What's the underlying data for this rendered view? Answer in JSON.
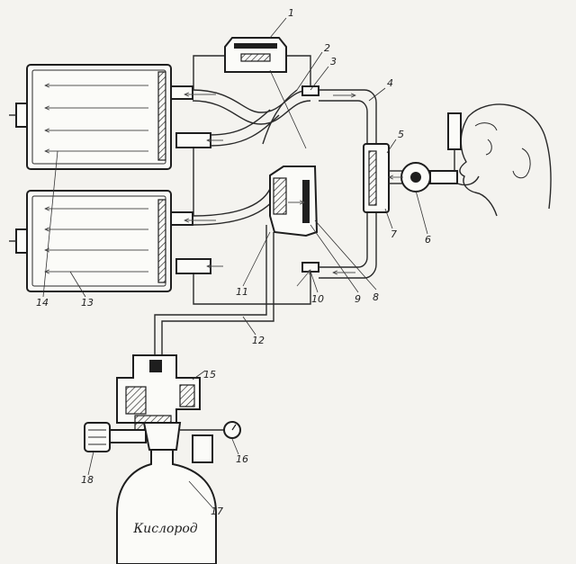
{
  "diagram": {
    "tank_label": "Кислород",
    "part_numbers": [
      "1",
      "2",
      "3",
      "4",
      "5",
      "6",
      "7",
      "8",
      "9",
      "10",
      "11",
      "12",
      "13",
      "14",
      "15",
      "16",
      "17",
      "18"
    ]
  },
  "colors": {
    "paper": "#f4f3ef",
    "ink": "#1e1e1e"
  }
}
